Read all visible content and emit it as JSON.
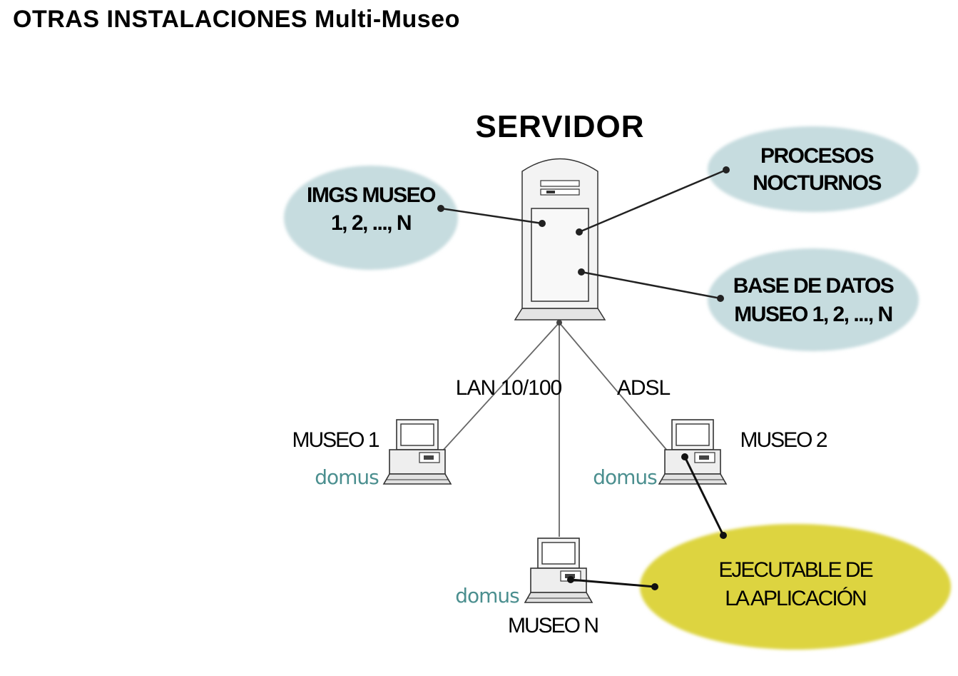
{
  "title": "OTRAS INSTALACIONES Multi-Museo",
  "server": {
    "label": "SERVIDOR"
  },
  "bubbles": {
    "imgs": {
      "line1": "IMGS MUSEO",
      "line2": "1, 2, ..., N",
      "color": "#c6dcdf"
    },
    "procesos": {
      "line1": "PROCESOS",
      "line2": "NOCTURNOS",
      "color": "#c6dcdf"
    },
    "basedatos": {
      "line1": "BASE DE DATOS",
      "line2": "MUSEO 1, 2, ..., N",
      "color": "#c6dcdf"
    },
    "ejecutable": {
      "line1": "EJECUTABLE DE",
      "line2": "LA  APLICACIÓN",
      "color": "#ddd43f"
    }
  },
  "links": {
    "lan": "LAN 10/100",
    "adsl": "ADSL"
  },
  "nodes": {
    "museo1": {
      "label": "MUSEO  1",
      "logo": "domus"
    },
    "museo2": {
      "label": "MUSEO  2",
      "logo": "domus"
    },
    "museoN": {
      "label": "MUSEO  N",
      "logo": "domus"
    }
  }
}
